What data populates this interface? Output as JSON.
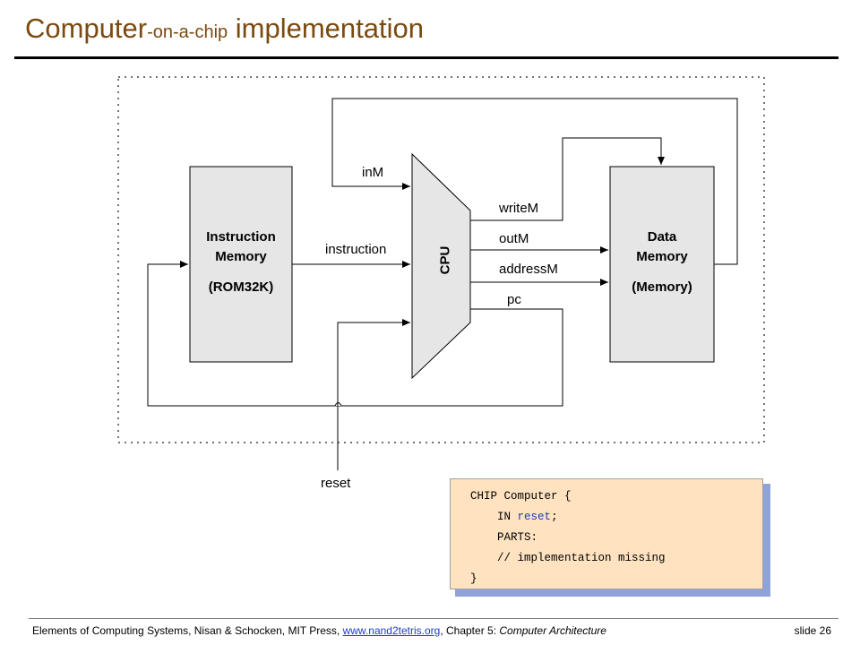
{
  "title": {
    "main": "Computer",
    "small": "-on-a-chip",
    "rest": "implementation"
  },
  "diagram": {
    "instruction_memory": {
      "line1": "Instruction",
      "line2": "Memory",
      "line3": "(ROM32K)"
    },
    "cpu_label": "CPU",
    "data_memory": {
      "line1": "Data",
      "line2": "Memory",
      "line3": "(Memory)"
    },
    "signals": {
      "inM": "inM",
      "instruction": "instruction",
      "writeM": "writeM",
      "outM": "outM",
      "addressM": "addressM",
      "pc": "pc",
      "reset": "reset"
    }
  },
  "code": {
    "line1": "CHIP Computer {",
    "line2_kw": "IN",
    "line2_var": "reset",
    "line2_end": ";",
    "line3": "PARTS:",
    "line4": "// implementation missing",
    "line5": "}"
  },
  "footer": {
    "text": "Elements of Computing Systems, Nisan & Schocken, MIT Press,",
    "link": "www.nand2tetris.org",
    "chapter_prefix": ", Chapter 5:",
    "chapter_name": "Computer Architecture",
    "slide": "slide 26"
  },
  "colors": {
    "title": "#7a4a10",
    "box_fill": "#e6e6e6",
    "code_bg": "#ffe2c0",
    "code_shadow": "#8fa3d9",
    "link": "#1a3cc8"
  }
}
